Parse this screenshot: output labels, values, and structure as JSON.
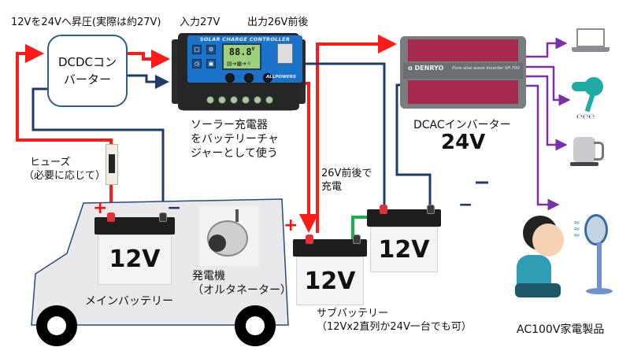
{
  "title_note": "12Vを24Vへ昇圧(実際は約27V)",
  "dcdc": {
    "line1": "DCDCコン",
    "line2": "バーター"
  },
  "controller": {
    "input_label": "入力27V",
    "output_label": "出力26V前後",
    "panel_title": "SOLAR CHARGE CONTROLLER",
    "lcd_reading": "88.8",
    "lcd_unit": "V",
    "brand": "ALLPOWERS",
    "caption": [
      "ソーラー充電器",
      "をバッテリーチャ",
      "ジャーとして使う"
    ]
  },
  "inverter": {
    "brand": "DENRYO",
    "model_text": "Pure sine wave inverter  SP-700",
    "caption": "DCACインバーター",
    "voltage": "24V"
  },
  "fuse": {
    "line1": "ヒューズ",
    "line2": "（必要に応じて）"
  },
  "main_battery": {
    "voltage": "12V",
    "caption": "メインバッテリー",
    "plus": "+",
    "minus": "−"
  },
  "alternator": {
    "line1": "発電機",
    "line2": "（オルタネーター）"
  },
  "charge_note": {
    "line1": "26V前後で",
    "line2": "充電"
  },
  "sub_battery": {
    "voltage_a": "12V",
    "voltage_b": "12V",
    "caption_line1": "サブバッテリー",
    "caption_line2": "（12Vx2直列か24V一台でも可）",
    "plus": "+",
    "minus": "−"
  },
  "appliances": {
    "items": [
      "laptop",
      "hair-dryer",
      "electric-kettle",
      "electric-fan"
    ],
    "caption": "AC100V家電製品"
  },
  "colors": {
    "positive_wire": "#ff1a1a",
    "negative_wire": "#1f3a6b",
    "series_link": "#18b04a",
    "ac_output": "#7b2fa8",
    "inverter_body": "#a42a4e",
    "controller_face": "#1a73c8"
  }
}
